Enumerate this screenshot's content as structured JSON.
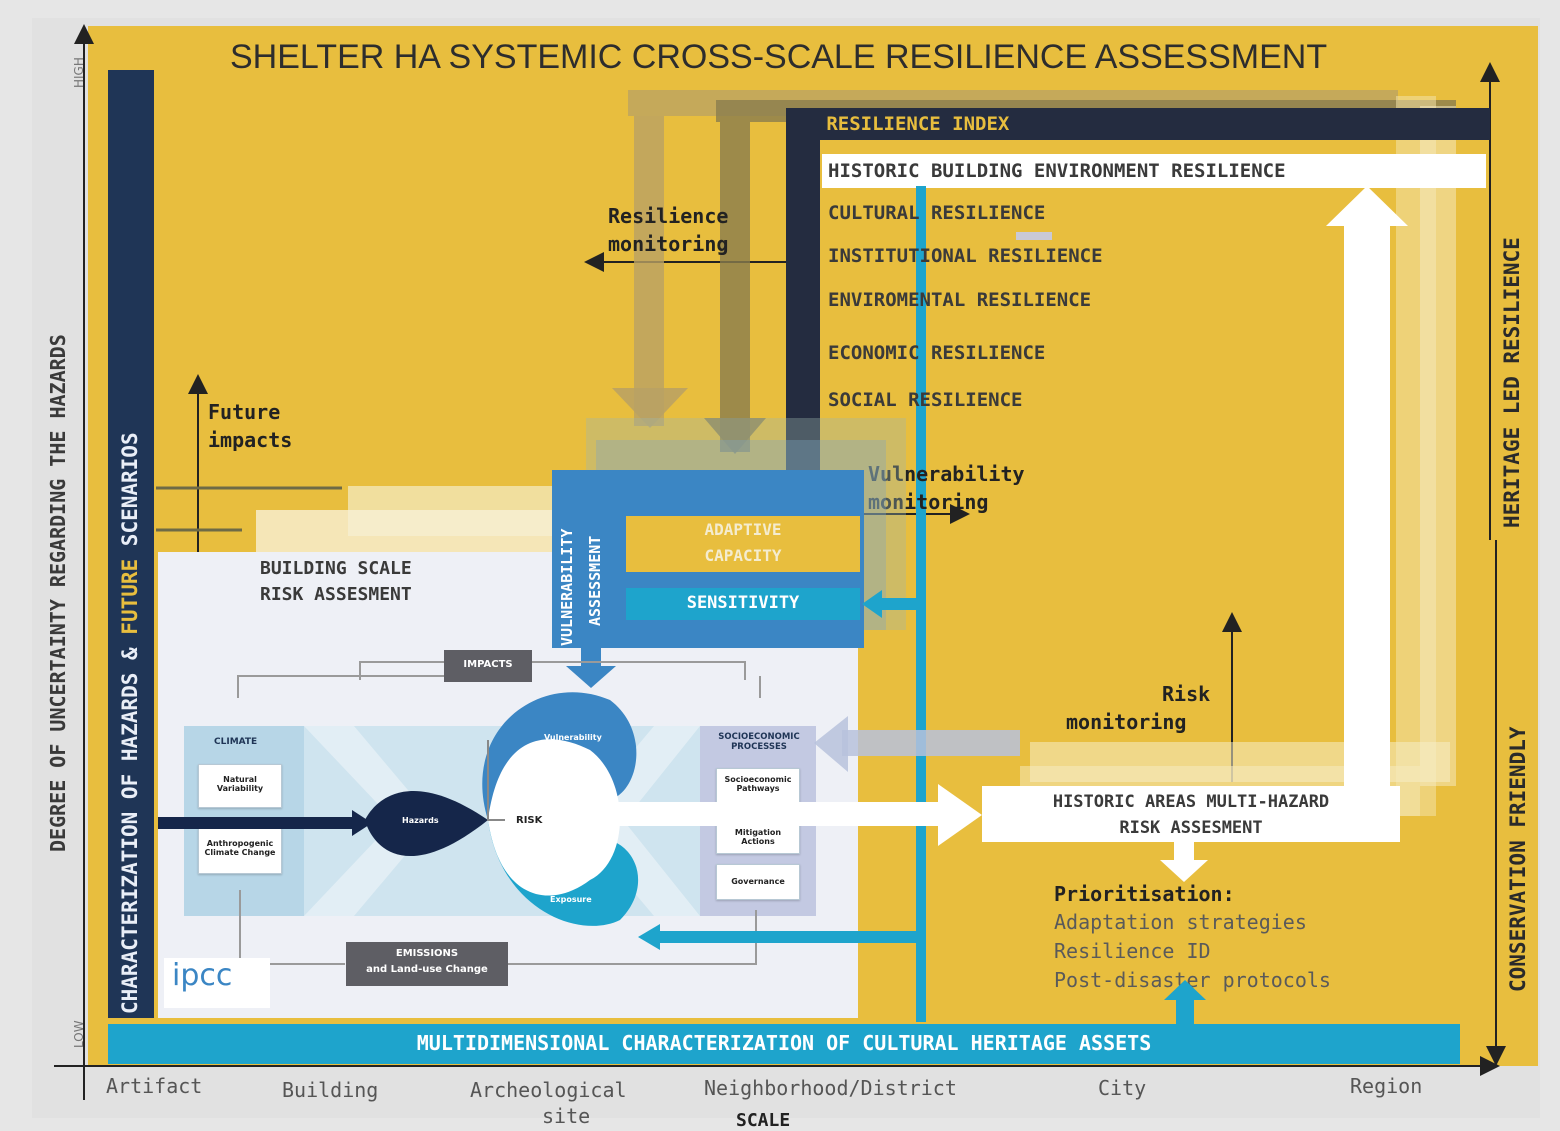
{
  "title": "SHELTER HA SYSTEMIC CROSS-SCALE RESILIENCE ASSESSMENT",
  "y_axis": {
    "label": "DEGREE OF UNCERTAINTY REGARDING THE HAZARDS",
    "high": "HIGH",
    "low": "LOW"
  },
  "left_bar": {
    "part1": "CHARACTERIZATION OF HAZARDS & ",
    "part2": "FUTURE",
    "part3": " SCENARIOS"
  },
  "right_axis": {
    "top": "HERITAGE LED RESILIENCE",
    "bottom": "CONSERVATION FRIENDLY"
  },
  "index": {
    "title": "HA RESILIENCE INDEX",
    "items": [
      "HISTORIC BUILDING ENVIRONMENT RESILIENCE",
      "CULTURAL RESILIENCE",
      "INSTITUTIONAL RESILIENCE",
      "ENVIROMENTAL RESILIENCE",
      "ECONOMIC RESILIENCE",
      "SOCIAL RESILIENCE"
    ]
  },
  "labels": {
    "resilience_monitoring": [
      "Resilience",
      "monitoring"
    ],
    "future_impacts": [
      "Future",
      "impacts"
    ],
    "vulnerability_monitoring": [
      "Vulnerability",
      "monitoring"
    ],
    "risk_monitoring": [
      "Risk",
      "monitoring"
    ]
  },
  "building_scale": [
    "BUILDING SCALE",
    "RISK ASSESMENT"
  ],
  "vulnerability_assessment": [
    "VULNERABILITY",
    "ASSESSMENT"
  ],
  "adaptive_capacity": [
    "ADAPTIVE",
    "CAPACITY"
  ],
  "sensitivity": "SENSITIVITY",
  "ipcc": {
    "impacts": "IMPACTS",
    "climate": "CLIMATE",
    "natural_variability": "Natural Variability",
    "anthropogenic": "Anthropogenic Climate Change",
    "hazards": "Hazards",
    "vulnerability": "Vulnerability",
    "exposure": "Exposure",
    "risk": "RISK",
    "socioeconomic": "SOCIOECONOMIC PROCESSES",
    "pathways": "Socioeconomic Pathways",
    "mitigation": "Mitigation Actions",
    "governance": "Governance",
    "emissions": [
      "EMISSIONS",
      "and Land-use Change"
    ],
    "logo": "ipcc"
  },
  "historic_areas": [
    "HISTORIC AREAS MULTI-HAZARD",
    "RISK ASSESMENT"
  ],
  "prioritisation": {
    "title": "Prioritisation:",
    "items": [
      "Adaptation strategies",
      "Resilience ID",
      "Post-disaster protocols"
    ]
  },
  "bottom_bar": "MULTIDIMENSIONAL CHARACTERIZATION OF CULTURAL HERITAGE ASSETS",
  "scale": {
    "items": [
      "Artifact",
      "Building",
      "Archeological",
      "site",
      "Neighborhood/District",
      "City",
      "Region"
    ],
    "label": "SCALE"
  },
  "colors": {
    "yellow": "#e8be3e",
    "navy": "#242c40",
    "cyan": "#1ea4cc",
    "blue": "#3b86c4"
  }
}
